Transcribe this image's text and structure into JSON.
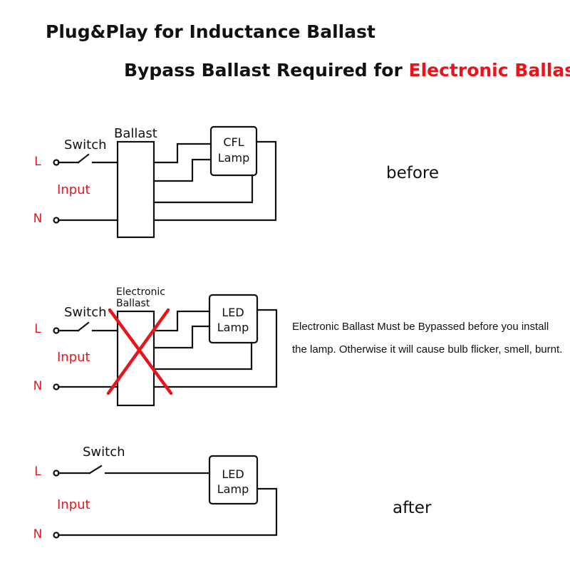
{
  "title": {
    "line1": "Plug&Play for Inductance Ballast",
    "line2_prefix": "Bypass Ballast Required for ",
    "line2_highlight": "Electronic Ballast"
  },
  "colors": {
    "accent_red": "#e8141c",
    "line": "#111111",
    "cross": "#e8141c"
  },
  "labels": {
    "L": "L",
    "N": "N",
    "input": "Input",
    "switch": "Switch",
    "ballast": "Ballast",
    "electronic": "Electronic",
    "ballast2": "Ballast",
    "cfl": "CFL",
    "led": "LED",
    "lamp": "Lamp"
  },
  "captions": {
    "before": "before",
    "after": "after"
  },
  "note": "Electronic Ballast Must be Bypassed before you install the lamp. Otherwise it will cause bulb flicker, smell, burnt."
}
